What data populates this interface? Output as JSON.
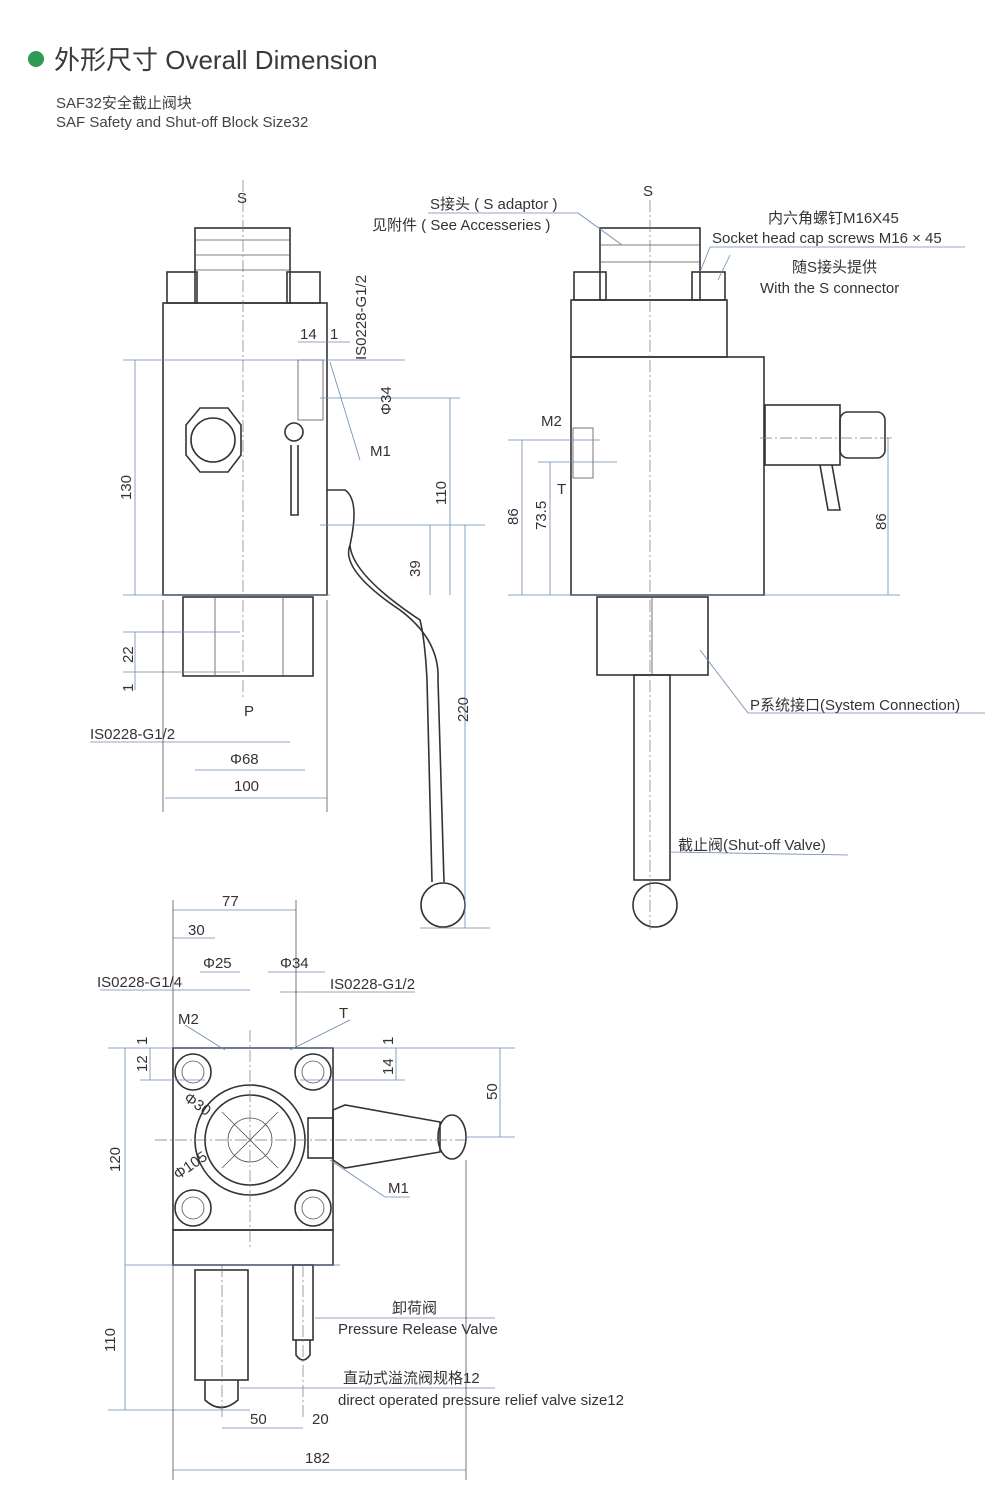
{
  "header": {
    "title": "外形尺寸 Overall Dimension",
    "subtitle_cn": "SAF32安全截止阀块",
    "subtitle_en": "SAF Safety and Shut-off Block Size32",
    "accent_color": "#2e9a55"
  },
  "front_view": {
    "s_label": "S",
    "port_top": "IS0228-G1/2",
    "dim_14": "14",
    "dim_1": "1",
    "dim_phi34": "Φ34",
    "m1": "M1",
    "dim_130": "130",
    "dim_110": "110",
    "dim_39": "39",
    "dim_22": "22",
    "dim_1b": "1",
    "p_label": "P",
    "port_bottom": "IS0228-G1/2",
    "dim_phi68": "Φ68",
    "dim_100": "100",
    "dim_220": "220"
  },
  "side_view": {
    "s_label": "S",
    "s_adaptor": "S接头 ( S adaptor )",
    "see_accessories": "见附件 ( See Accesseries )",
    "screws_cn": "内六角螺钉M16X45",
    "screws_en": "Socket head cap screws M16 × 45",
    "with_s_cn": "随S接头提供",
    "with_s_en": "With the S connector",
    "m2": "M2",
    "t": "T",
    "dim_86": "86",
    "dim_73_5": "73.5",
    "dim_86b": "86",
    "p_connection": "P系统接口(System Connection)",
    "shutoff": "截止阀(Shut-off Valve)"
  },
  "top_view": {
    "dim_77": "77",
    "dim_30": "30",
    "dim_phi25": "Φ25",
    "dim_phi34": "Φ34",
    "port_left": "IS0228-G1/4",
    "port_right": "IS0228-G1/2",
    "m2": "M2",
    "t": "T",
    "dim_1": "1",
    "dim_12": "12",
    "dim_1b": "1",
    "dim_14": "14",
    "dim_50": "50",
    "dim_phi30": "Φ30",
    "dim_phi105": "Φ105",
    "dim_120": "120",
    "m1": "M1",
    "prv_cn": "卸荷阀",
    "prv_en": "Pressure Release Valve",
    "relief_cn": "直动式溢流阀规格12",
    "relief_en": "direct operated pressure relief valve size12",
    "dim_110": "110",
    "dim_50b": "50",
    "dim_20": "20",
    "dim_182": "182"
  }
}
